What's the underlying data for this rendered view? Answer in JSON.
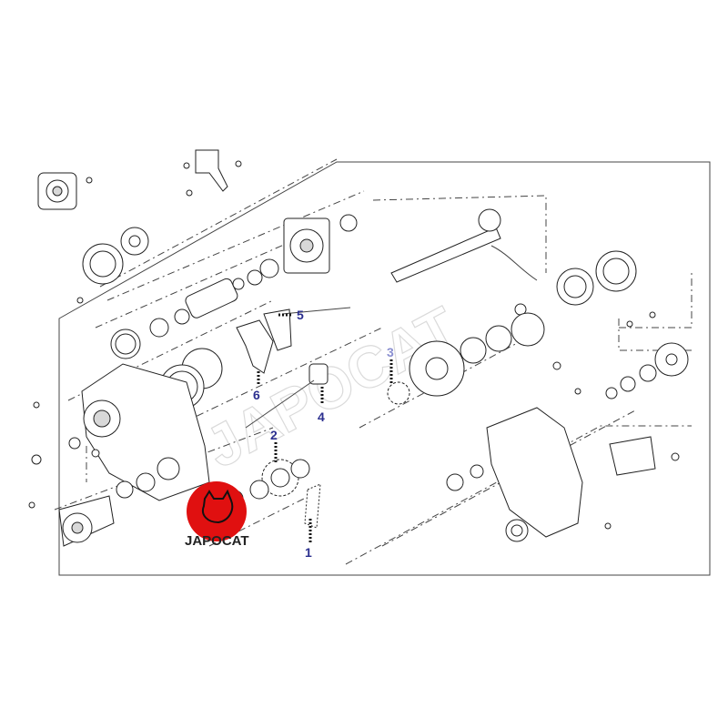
{
  "diagram": {
    "callouts": [
      {
        "id": "1",
        "label": "1"
      },
      {
        "id": "2",
        "label": "2"
      },
      {
        "id": "3",
        "label": "3"
      },
      {
        "id": "4",
        "label": "4"
      },
      {
        "id": "5",
        "label": "5"
      },
      {
        "id": "6",
        "label": "6"
      }
    ],
    "watermark": "JAPOCAT",
    "logo": {
      "text": "JAPOCAT",
      "color": "#e01010"
    },
    "accent_color": "#2b2f8f"
  }
}
